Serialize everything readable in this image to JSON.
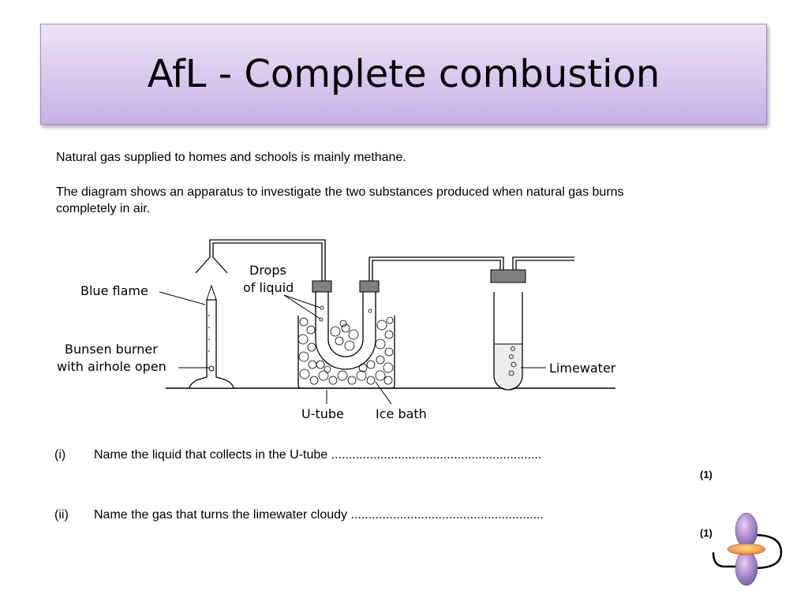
{
  "slide": {
    "title": "AfL - Complete combustion"
  },
  "text": {
    "intro": "Natural gas supplied to homes and schools is mainly methane.",
    "description": "The diagram shows an apparatus to investigate the two substances produced when natural gas burns completely in air."
  },
  "diagram": {
    "labels": {
      "blue_flame": "Blue flame",
      "drops_line1": "Drops",
      "drops_line2": "of liquid",
      "bunsen_line1": "Bunsen burner",
      "bunsen_line2": "with airhole open",
      "utube": "U-tube",
      "ice_bath": "Ice bath",
      "limewater": "Limewater"
    }
  },
  "questions": [
    {
      "number": "(i)",
      "text": "Name the liquid that collects in the U-tube ............................................................",
      "marks": "(1)"
    },
    {
      "number": "(ii)",
      "text": "Name the gas that turns the limewater cloudy .......................................................",
      "marks": "(1)"
    }
  ],
  "colors": {
    "title_gradient_top": "#ece4f6",
    "title_gradient_bottom": "#c7b1e5",
    "stopper_gray": "#808080"
  },
  "icons": [
    "orbital-logo-icon"
  ]
}
